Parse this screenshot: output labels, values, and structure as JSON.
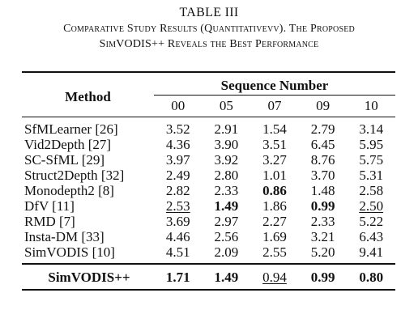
{
  "caption": {
    "table_number": "TABLE III",
    "line1": "Comparative Study Results (Quantitativevv). The Proposed",
    "line2": "SimVODIS++ Reveals the Best Performance"
  },
  "header": {
    "method_label": "Method",
    "group_label": "Sequence Number",
    "sequences": [
      "00",
      "05",
      "07",
      "09",
      "10"
    ]
  },
  "rows": [
    {
      "method": "SfMLearner [26]",
      "values": [
        "3.52",
        "2.91",
        "1.54",
        "2.79",
        "3.14"
      ]
    },
    {
      "method": "Vid2Depth [27]",
      "values": [
        "4.36",
        "3.90",
        "3.51",
        "6.45",
        "5.95"
      ]
    },
    {
      "method": "SC-SfML [29]",
      "values": [
        "3.97",
        "3.92",
        "3.27",
        "8.76",
        "5.75"
      ]
    },
    {
      "method": "Struct2Depth [32]",
      "values": [
        "2.49",
        "2.80",
        "1.01",
        "3.70",
        "5.31"
      ]
    },
    {
      "method": "Monodepth2 [8]",
      "values": [
        "2.82",
        "2.33",
        "0.86",
        "1.48",
        "2.58"
      ]
    },
    {
      "method": "DfV [11]",
      "values": [
        "2.53",
        "1.49",
        "1.86",
        "0.99",
        "2.50"
      ]
    },
    {
      "method": "RMD [7]",
      "values": [
        "3.69",
        "2.97",
        "2.27",
        "2.33",
        "5.22"
      ]
    },
    {
      "method": "Insta-DM [33]",
      "values": [
        "4.46",
        "2.56",
        "1.69",
        "3.21",
        "6.43"
      ]
    },
    {
      "method": "SimVODIS [10]",
      "values": [
        "4.51",
        "2.09",
        "2.55",
        "5.20",
        "9.41"
      ]
    }
  ],
  "final_row": {
    "method": "SimVODIS++",
    "values": [
      "1.71",
      "1.49",
      "0.94",
      "0.99",
      "0.80"
    ]
  }
}
